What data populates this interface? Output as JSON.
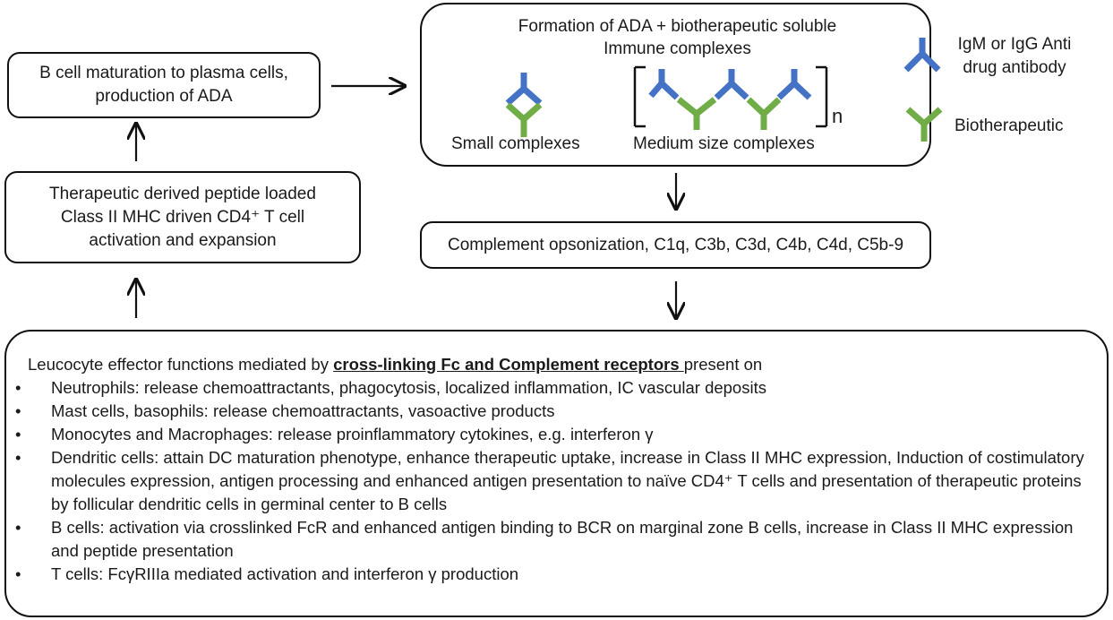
{
  "boxes": {
    "bcell": "B cell maturation to plasma cells, production of ADA",
    "tcell_line1": "Therapeutic derived peptide loaded",
    "tcell_line2": "Class II MHC driven CD4⁺ T cell",
    "tcell_line3": "activation and expansion",
    "formation_line1": "Formation of ADA + biotherapeutic soluble",
    "formation_line2": "Immune complexes",
    "small_label": "Small complexes",
    "medium_label": "Medium size complexes",
    "n_label": "n",
    "complement": "Complement opsonization, C1q, C3b, C3d, C4b, C4d, C5b-9"
  },
  "legend": {
    "ada_label_line1": "IgM or IgG Anti",
    "ada_label_line2": "drug antibody",
    "bio_label": "Biotherapeutic"
  },
  "effector": {
    "intro_before": "Leucocyte effector functions mediated by ",
    "intro_emph": "cross-linking Fc and Complement receptors ",
    "intro_after": "present on",
    "items": [
      "Neutrophils:  release chemoattractants, phagocytosis, localized inflammation, IC vascular deposits",
      "Mast cells, basophils:  release chemoattractants, vasoactive products",
      "Monocytes and Macrophages:  release proinflammatory cytokines, e.g. interferon γ",
      "Dendritic cells:  attain DC maturation phenotype, enhance therapeutic uptake, increase in Class II MHC expression, Induction of costimulatory molecules expression, antigen processing and enhanced antigen presentation to naïve CD4⁺ T cells and presentation of therapeutic proteins by follicular dendritic cells in germinal center to B cells",
      "B cells:  activation via crosslinked FcR and enhanced antigen binding to BCR on marginal zone B cells, increase in Class II MHC expression and peptide presentation",
      "T cells: FcγRIIIa mediated activation and interferon γ production"
    ]
  },
  "colors": {
    "antibody": "#4472C4",
    "biotherapeutic": "#70AD47",
    "stroke": "#111111"
  }
}
